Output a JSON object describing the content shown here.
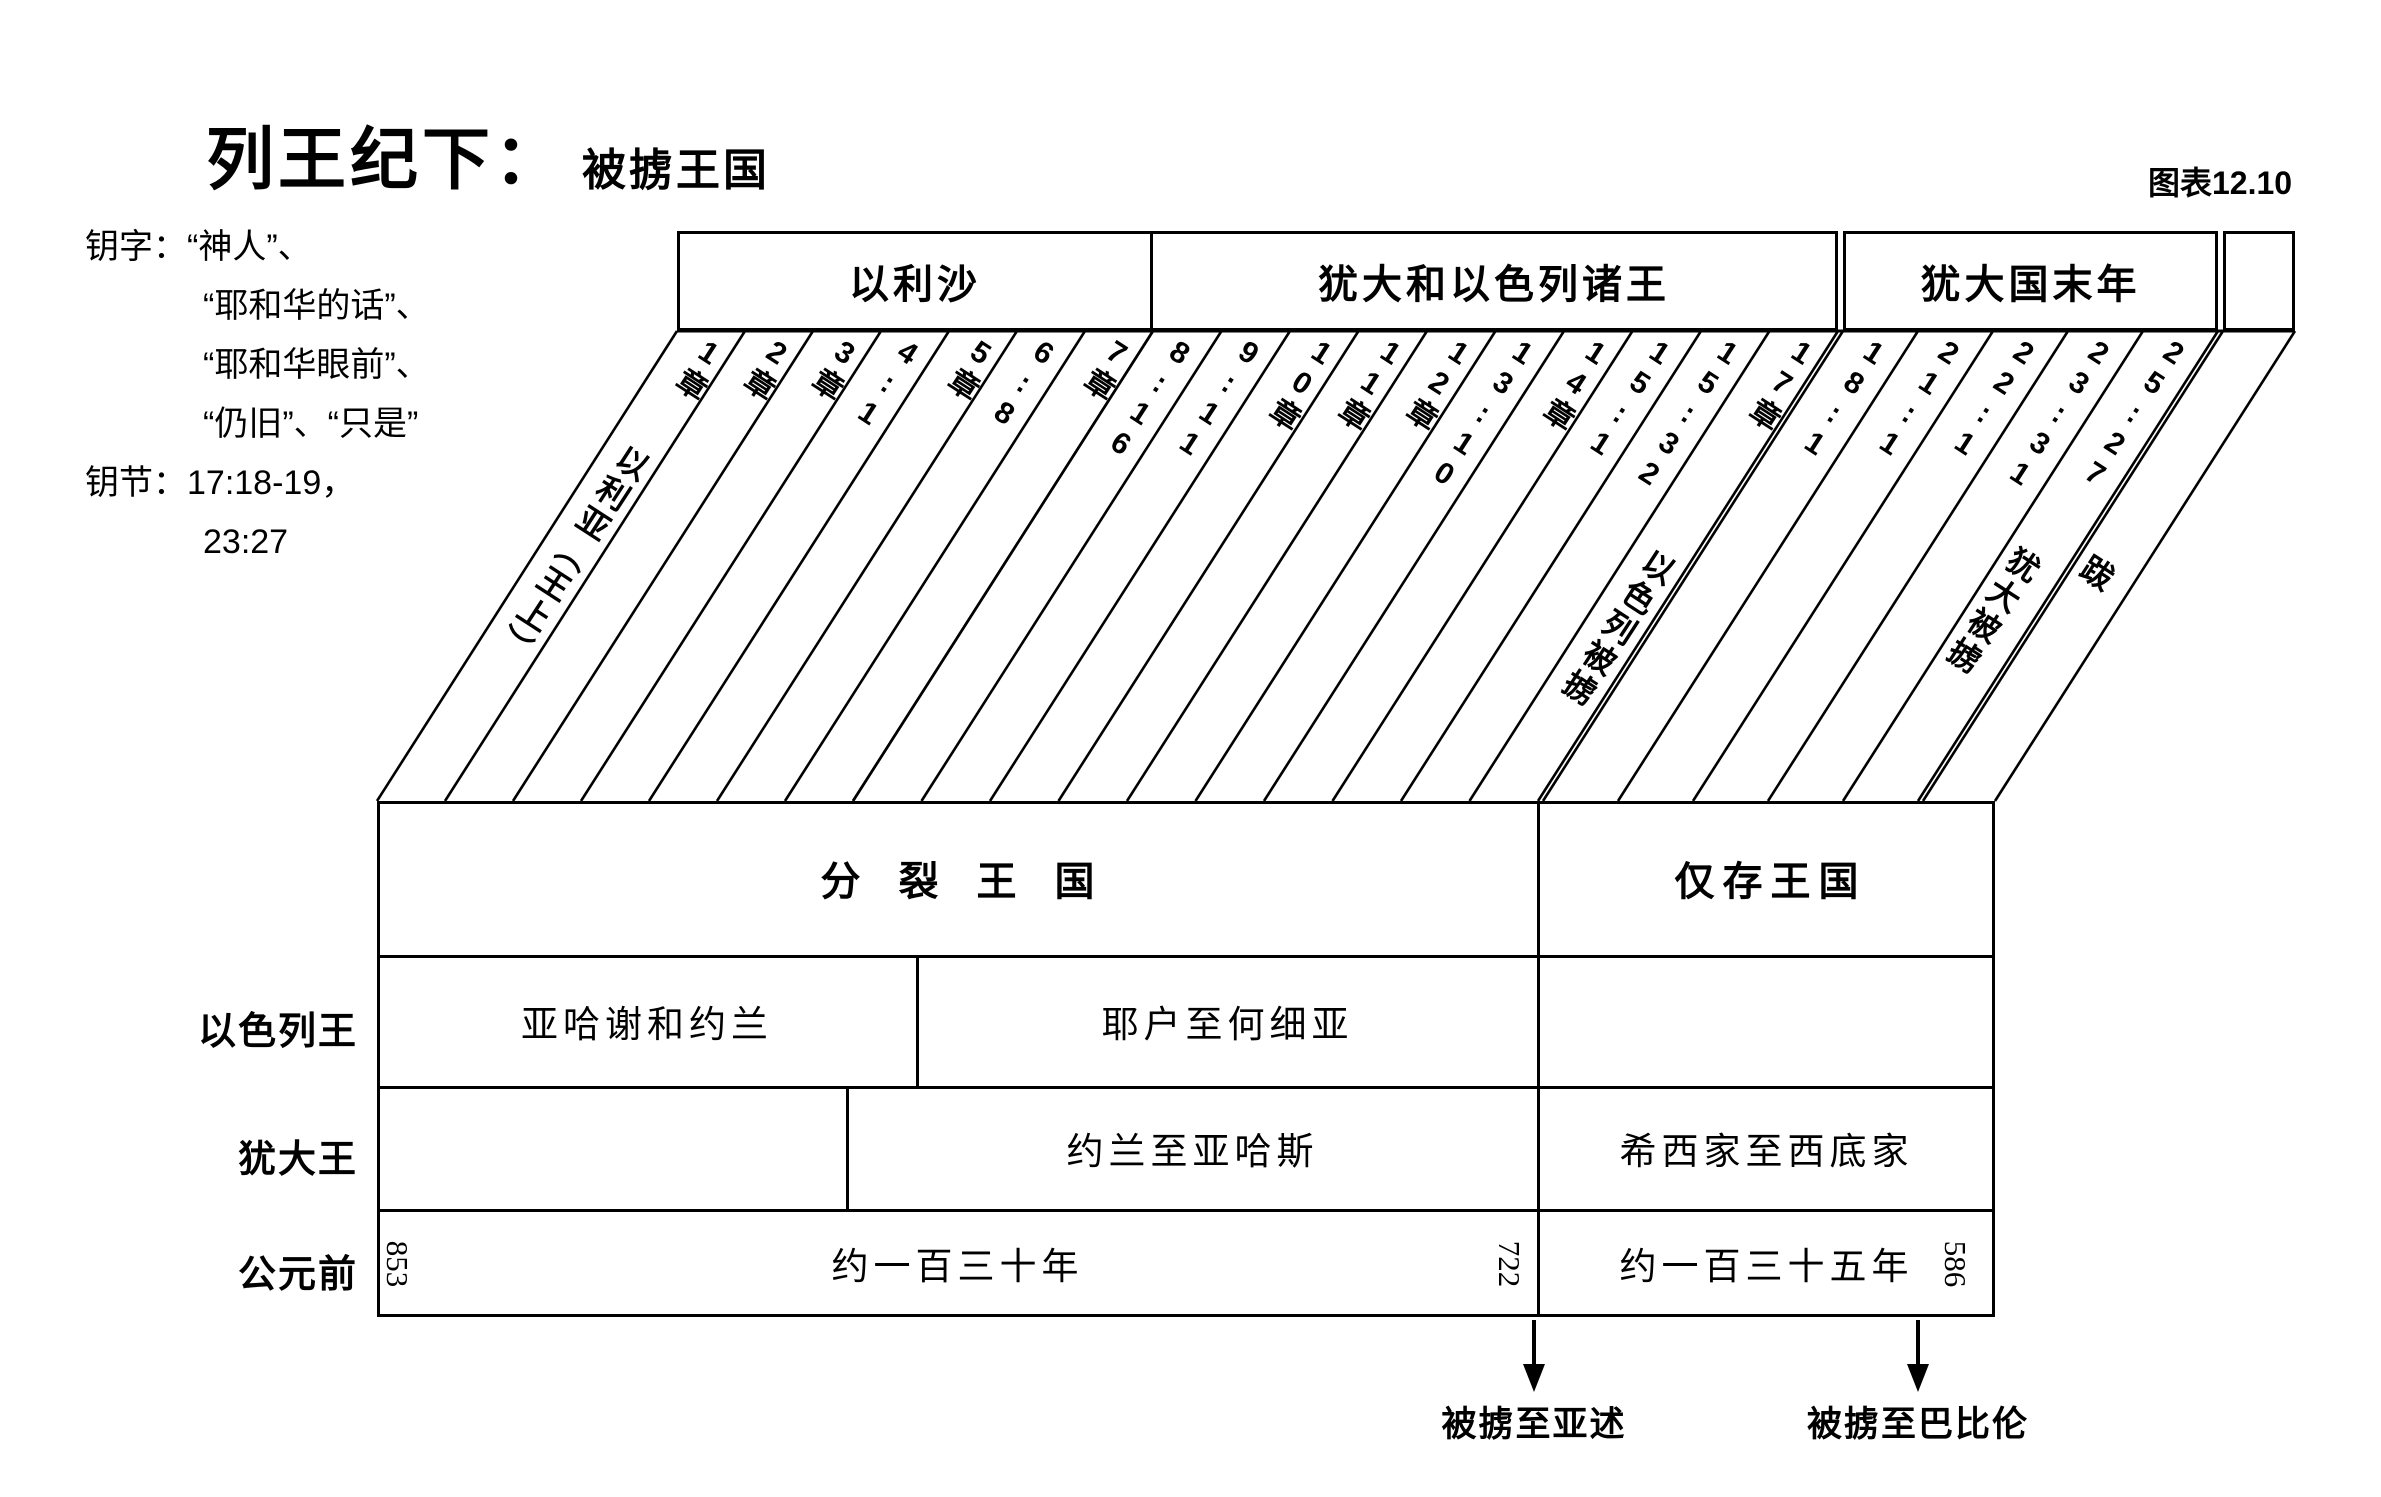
{
  "header": {
    "title": "列王纪下：",
    "subtitle": "被掳王国",
    "chart_label": "图表12.10"
  },
  "keys": {
    "words": {
      "label": "钥字：",
      "lines": [
        "“神人”、",
        "“耶和华的话”、",
        "“耶和华眼前”、",
        "“仍旧”、“只是”"
      ]
    },
    "verses": {
      "label": "钥节：",
      "lines": [
        "17:18-19，",
        "23:27"
      ]
    }
  },
  "timeline": {
    "sections": [
      {
        "title": "以利沙",
        "chapters": [
          "1章",
          "2章",
          "3章",
          "4:1",
          "5章",
          "6:8",
          "7章"
        ]
      },
      {
        "title": "犹大和以色列诸王",
        "chapters": [
          "8:16",
          "9:11",
          "10章",
          "11章",
          "12章",
          "13:10",
          "14章",
          "15:1",
          "15:32",
          "17章"
        ]
      },
      {
        "title": "犹大国末年",
        "chapters": [
          "18:1",
          "21:1",
          "22:1",
          "23:31",
          "25:27"
        ]
      },
      {
        "title": "",
        "chapters": []
      }
    ],
    "diagonal_notes": {
      "left": "以利亚（王上）",
      "israel_captive": "以色列被掳",
      "judah_captive": "犹大被掳",
      "epilogue": "跋"
    }
  },
  "table": {
    "top_row": {
      "divided": "分裂王国",
      "surviving": "仅存王国"
    },
    "rows": [
      {
        "label": "以色列王",
        "cells": [
          "亚哈谢和约兰",
          "耶户至何细亚",
          ""
        ]
      },
      {
        "label": "犹大王",
        "cells": [
          "",
          "约兰至亚哈斯",
          "希西家至西底家"
        ]
      },
      {
        "label": "公元前",
        "years": {
          "start": "853",
          "mid": "722",
          "end": "586"
        },
        "durations": [
          "约一百三十年",
          "约一百三十五年"
        ]
      }
    ]
  },
  "captivity_notes": [
    {
      "text": "被掳至亚述"
    },
    {
      "text": "被掳至巴比伦"
    }
  ]
}
